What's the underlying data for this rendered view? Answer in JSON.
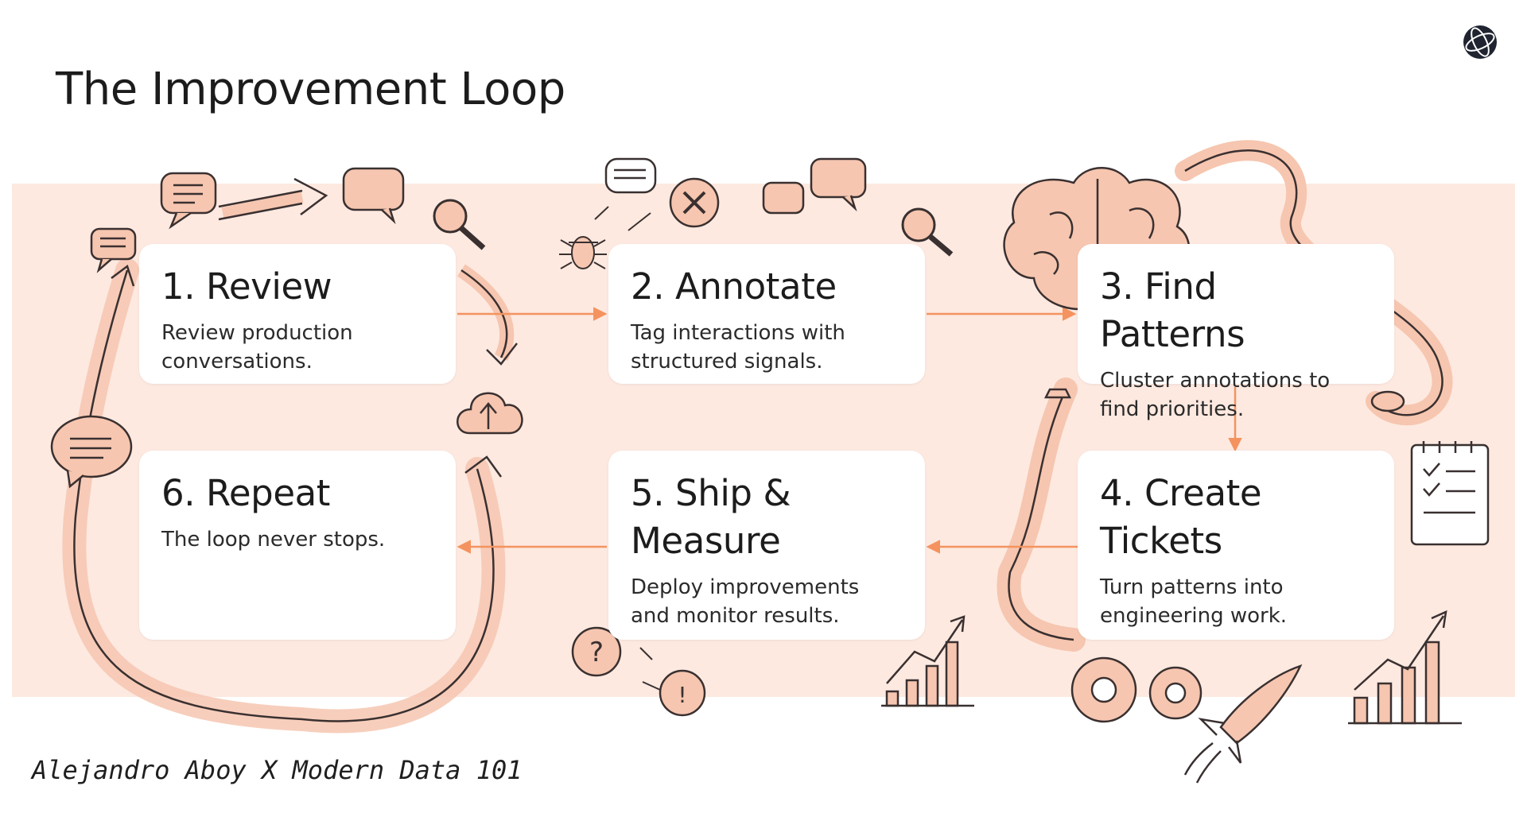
{
  "title": "The Improvement Loop",
  "steps": [
    {
      "title": "1. Review",
      "text": "Review production conversations."
    },
    {
      "title": "2. Annotate",
      "text": "Tag interactions with structured signals."
    },
    {
      "title": "3. Find Patterns",
      "text": "Cluster annotations to find priorities."
    },
    {
      "title": "4. Create Tickets",
      "text": "Turn patterns into engineering work."
    },
    {
      "title": "5. Ship & Measure",
      "text": "Deploy improvements and monitor results."
    },
    {
      "title": "6. Repeat",
      "text": "The loop never stops."
    }
  ],
  "footer": "Alejandro Aboy X Modern Data 101",
  "colors": {
    "band": "#fde9e0",
    "arrow": "#f4935f",
    "sketch": "#3a3030",
    "sketch_fill": "#f6c6b0"
  },
  "icons": [
    "chat-bubble-icon",
    "magnifier-icon",
    "bug-icon",
    "x-bubble-icon",
    "brain-icon",
    "clipboard-checklist-icon",
    "bar-chart-icon",
    "gear-icon",
    "rocket-icon",
    "question-bubble-icon",
    "cloud-upload-icon",
    "globe-logo-icon"
  ]
}
